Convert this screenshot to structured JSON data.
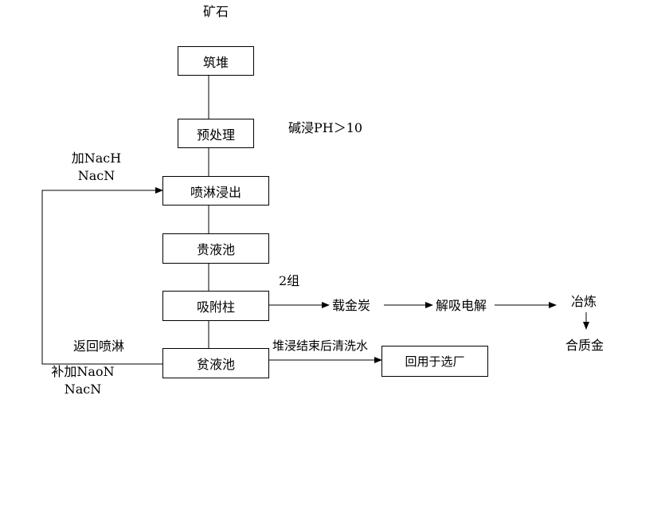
{
  "nodes": {
    "ore": "矿石",
    "heap": "筑堆",
    "pretreat": "预处理",
    "spray": "喷淋浸出",
    "pregnant": "贵液池",
    "adsorb": "吸附柱",
    "barren": "贫液池",
    "reuse": "回用于选厂",
    "loaded_carbon": "载金炭",
    "desorb": "解吸电解",
    "smelt": "冶炼",
    "alloy": "合质金"
  },
  "annotations": {
    "alkali": "碱浸PH＞10",
    "add_line1": "加NacH",
    "add_line2": "NacN",
    "groups": "2组",
    "return_spray": "返回喷淋",
    "supplement_line1": "补加NaoN",
    "supplement_line2": "NacN",
    "wash_water": "堆浸结束后清洗水"
  },
  "colors": {
    "line": "#000000",
    "background": "#ffffff"
  }
}
